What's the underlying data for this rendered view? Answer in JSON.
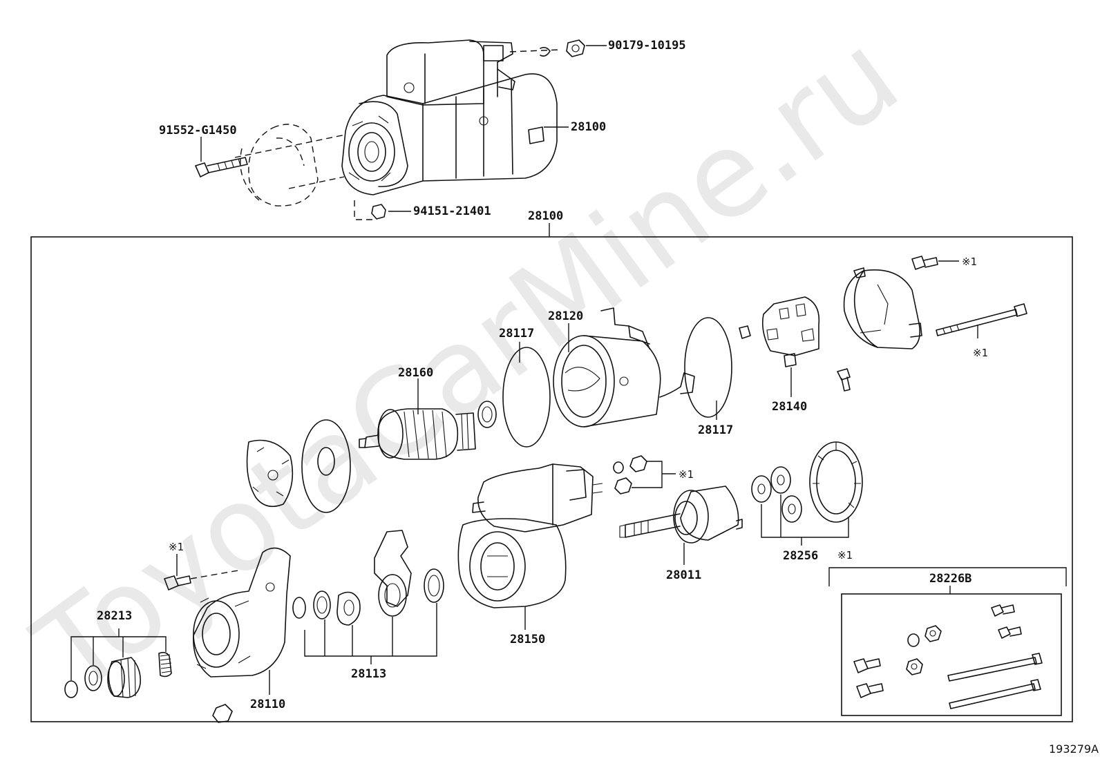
{
  "watermark": "ToyotaCarMine.ru",
  "figure_id": "193279A",
  "marker": "※1",
  "labels": {
    "nut_top": "90179-10195",
    "starter_top": "28100",
    "bolt_left": "91552-G1450",
    "nut_bottom": "94151-21401",
    "frame_title": "28100",
    "plate_28117_left": "28117",
    "yoke": "28120",
    "armature": "28160",
    "plate_28117_right": "28117",
    "brush_holder": "28140",
    "clutch": "28011",
    "planet_gears": "28256",
    "motor_housing": "28150",
    "lever_set": "28113",
    "pinion_set": "28213",
    "front_housing": "28110",
    "kit_title": "28226B"
  }
}
